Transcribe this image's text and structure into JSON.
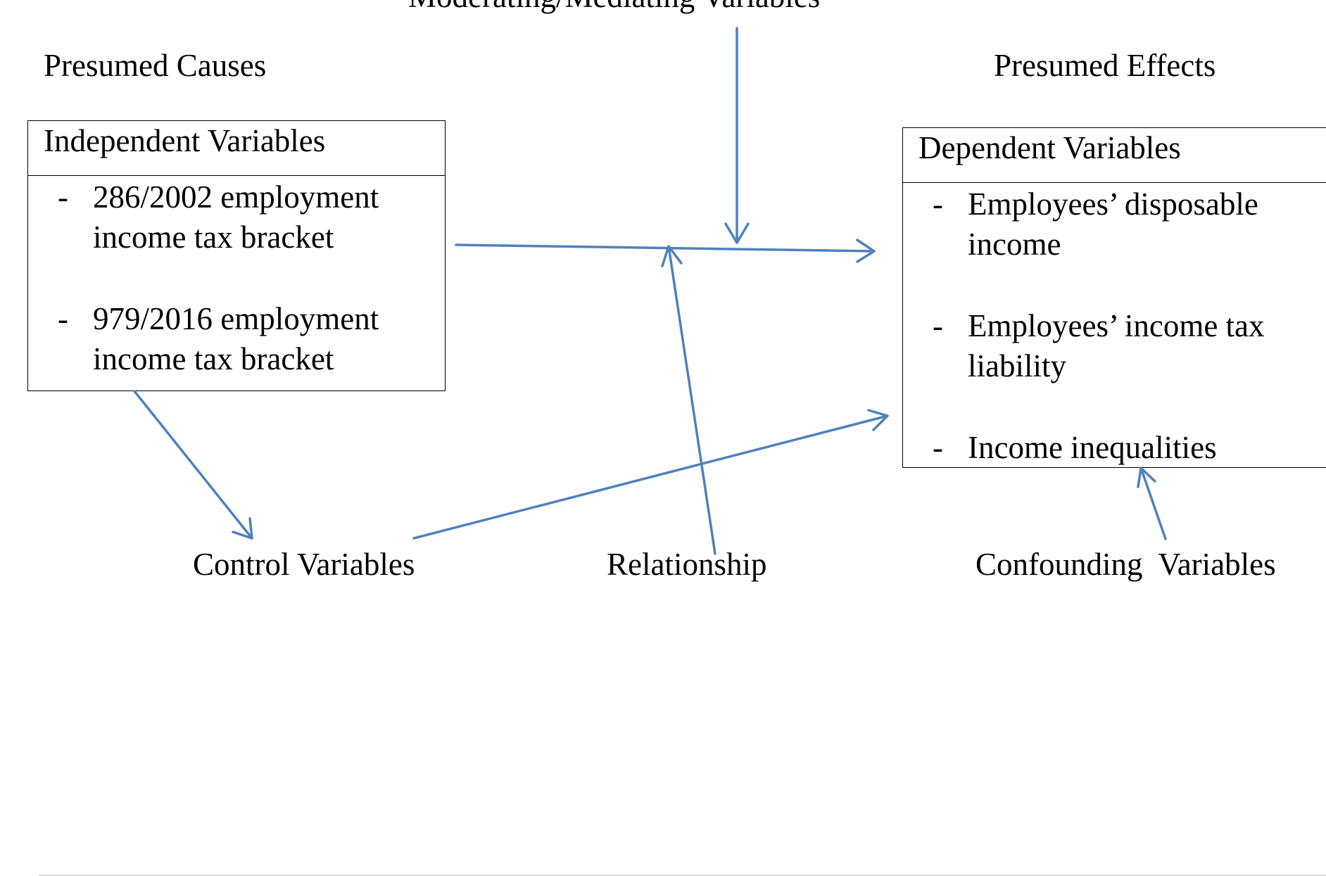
{
  "header": {
    "moderating_label": "Moderating/Mediating Variables"
  },
  "columns": {
    "causes_title": "Presumed Causes",
    "effects_title": "Presumed Effects"
  },
  "independent": {
    "title": "Independent Variables",
    "items": [
      {
        "bullet": "-",
        "line1": "286/2002 employment",
        "line2": "income tax bracket"
      },
      {
        "bullet": "-",
        "line1": "979/2016 employment",
        "line2": "income tax bracket"
      }
    ]
  },
  "dependent": {
    "title": "Dependent Variables",
    "items": [
      {
        "bullet": "-",
        "line1": "Employees’ disposable",
        "line2": "income"
      },
      {
        "bullet": "-",
        "line1": "Employees’ income tax",
        "line2": "liability"
      },
      {
        "bullet": "-",
        "line1": "Income inequalities",
        "line2": ""
      }
    ]
  },
  "bottom_labels": {
    "control": "Control Variables",
    "relationship": "Relationship",
    "confounding": "Confounding  Variables"
  },
  "colors": {
    "arrow": "#4f81bd",
    "text": "#000000",
    "box_border": "#000000",
    "footer_rule": "#d9d9d9"
  }
}
